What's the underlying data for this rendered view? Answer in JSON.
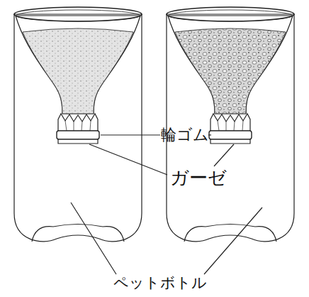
{
  "diagram": {
    "labels": [
      "輪ゴム",
      "ガーゼ",
      "ペットボトル"
    ]
  }
}
